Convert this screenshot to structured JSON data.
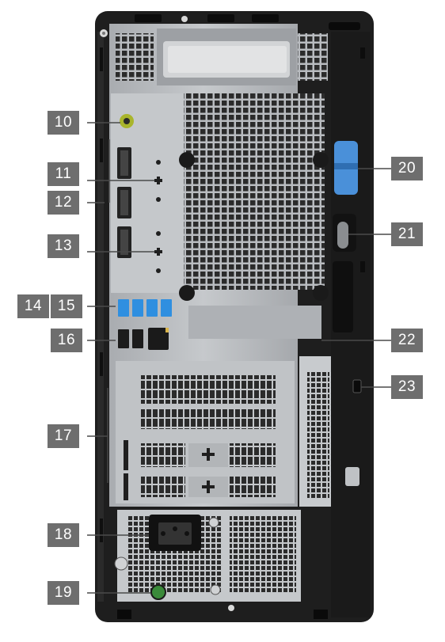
{
  "diagram": {
    "colors": {
      "chassis": "#1e1e1e",
      "panel": "#b9bcc0",
      "vent": "#2b2b2b",
      "callout": "#6e6e6e",
      "callout_text": "#ffffff",
      "usb_blue": "#2f8fe0",
      "release_latch": "#4a90d9",
      "audio_jack": "#a9b52c",
      "power_button": "#3a8a3a",
      "leader": "#4a4a4a"
    },
    "callouts": [
      {
        "label": "10",
        "target": "audio-jack"
      },
      {
        "label": "11",
        "target": "displayport-1"
      },
      {
        "label": "12",
        "target": "displayport-2"
      },
      {
        "label": "13",
        "target": "displayport-3"
      },
      {
        "label": "14",
        "target": "usb-ports-group"
      },
      {
        "label": "15",
        "target": "usb-3-ports"
      },
      {
        "label": "16",
        "target": "usb-2-and-ethernet"
      },
      {
        "label": "17",
        "target": "expansion-slots"
      },
      {
        "label": "18",
        "target": "power-connector"
      },
      {
        "label": "19",
        "target": "psu-diagnostic-button"
      },
      {
        "label": "20",
        "target": "side-cover-release-latch"
      },
      {
        "label": "21",
        "target": "padlock-ring"
      },
      {
        "label": "22",
        "target": "service-tag-label"
      },
      {
        "label": "23",
        "target": "security-cable-slot"
      }
    ]
  }
}
